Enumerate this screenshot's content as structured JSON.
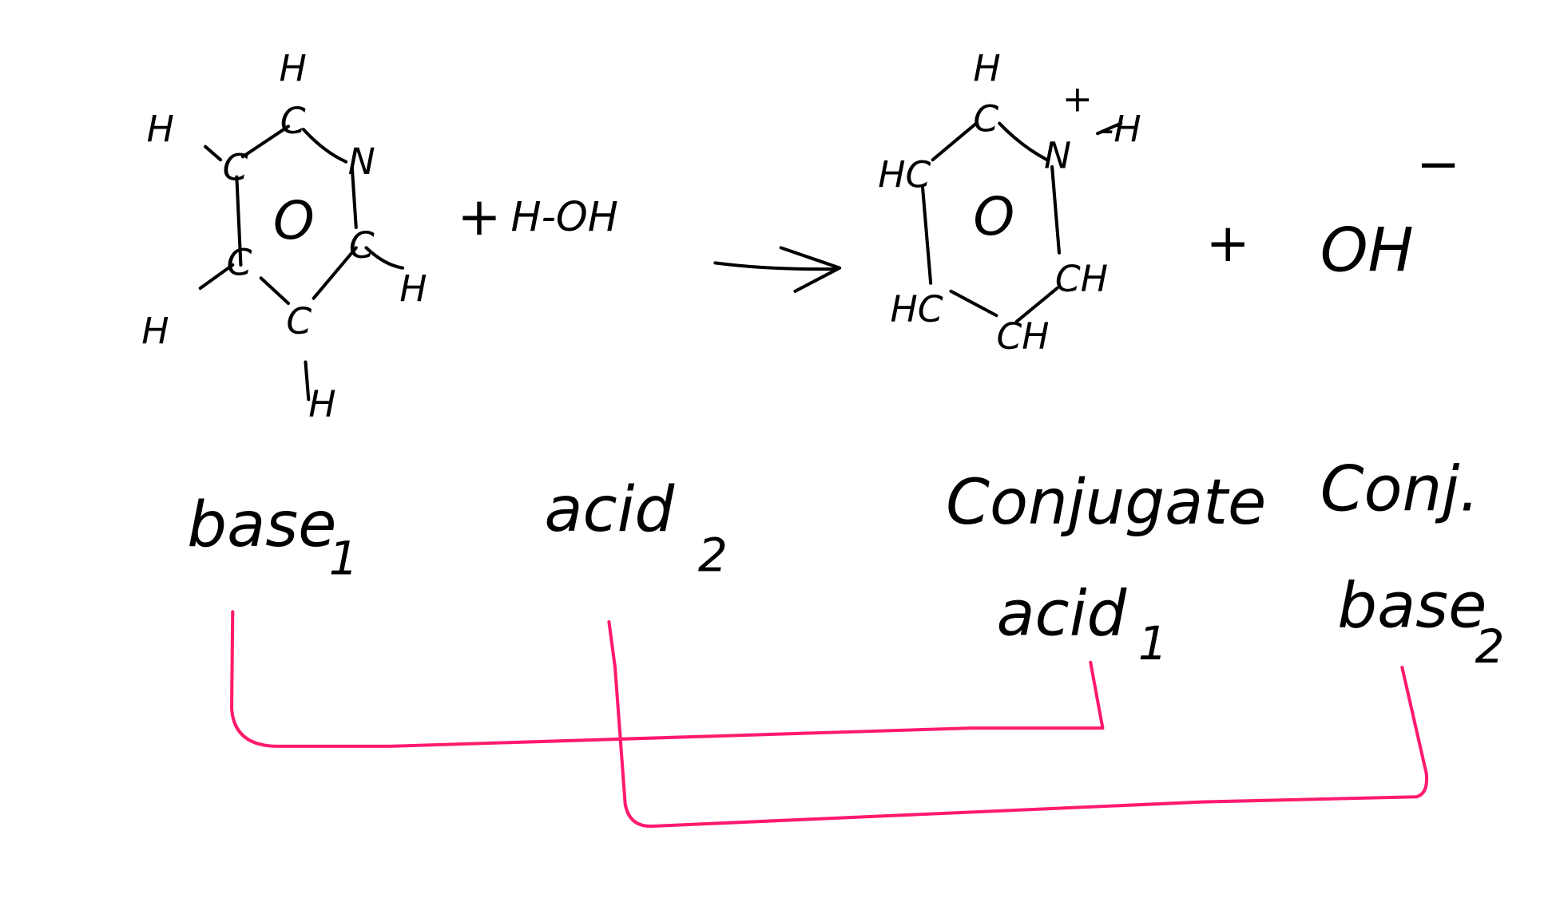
{
  "reactant_base": {
    "atoms": {
      "n": "N",
      "c": "C",
      "h": "H",
      "center": "O"
    },
    "label": "base",
    "label_sub": "1"
  },
  "plus1": "+",
  "water": "H-OH",
  "arrow": "→",
  "product_acid": {
    "atoms": {
      "c_top": "C",
      "h_top": "H",
      "n": "N",
      "charge": "+",
      "nh": "-H",
      "hc": "HC",
      "ch": "CH",
      "center": "O"
    },
    "label_line1": "Conjugate",
    "label_line2": "acid",
    "label_sub": "1"
  },
  "plus2": "+",
  "hydroxide": {
    "formula": "OH",
    "charge": "−"
  },
  "acid2_label": {
    "text": "acid",
    "sub": "2"
  },
  "conj_base": {
    "line1": "Conj.",
    "line2": "base",
    "sub": "2"
  },
  "colors": {
    "ink": "#000000",
    "bracket": "#ff1a6e"
  }
}
